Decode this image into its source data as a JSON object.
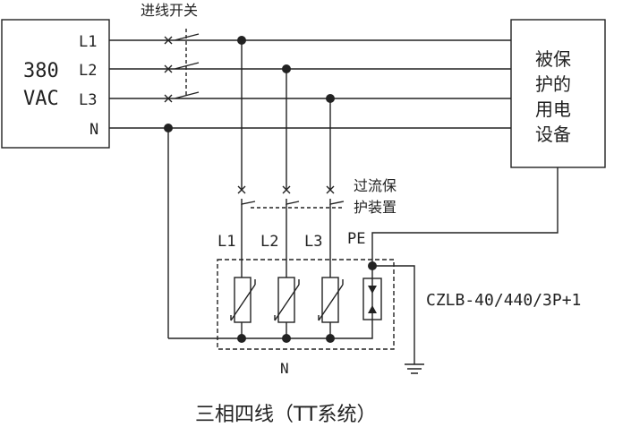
{
  "switch_label": "进线开关",
  "source": {
    "voltage": "380",
    "type": "VAC",
    "terminals": [
      "L1",
      "L2",
      "L3",
      "N"
    ]
  },
  "load": {
    "lines": [
      "被保",
      "护的",
      "用电",
      "设备"
    ]
  },
  "protector": {
    "lines": [
      "过流保",
      "护装置"
    ]
  },
  "spd_phase_labels": [
    "L1",
    "L2",
    "L3"
  ],
  "pe_label": "PE",
  "n_label": "N",
  "model": "CZLB-40/440/3P+1",
  "caption": "三相四线（TT系统）",
  "colors": {
    "line": "#222222",
    "background": "#ffffff"
  }
}
